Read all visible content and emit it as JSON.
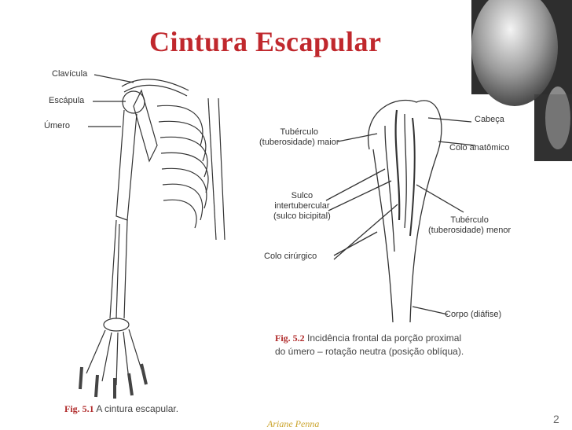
{
  "slide": {
    "title": "Cintura Escapular",
    "footer_author": "Ariane Penna",
    "page_number": "2"
  },
  "figure_5_1": {
    "labels": {
      "clavicula": "Clavícula",
      "escapula": "Escápula",
      "umero": "Úmero"
    },
    "caption_fig": "Fig. 5.1",
    "caption_text": "A cintura escapular."
  },
  "figure_5_2": {
    "labels": {
      "tuberculo_maior_1": "Tubérculo",
      "tuberculo_maior_2": "(tuberosidade) maior",
      "cabeca": "Cabeça",
      "colo_anatomico": "Colo anatômico",
      "sulco_1": "Sulco",
      "sulco_2": "intertubercular",
      "sulco_3": "(sulco bicipital)",
      "tuberculo_menor_1": "Tubérculo",
      "tuberculo_menor_2": "(tuberosidade)   menor",
      "colo_cirurgico": "Colo cirúrgico",
      "corpo": "Corpo (diáfise)"
    },
    "caption_fig": "Fig. 5.2",
    "caption_line1": "Incidência frontal da porção proximal",
    "caption_line2": "do úmero – rotação neutra (posição oblíqua)."
  },
  "colors": {
    "title": "#c0282d",
    "footer": "#caa32a",
    "caption_fig": "#b02a2a"
  }
}
